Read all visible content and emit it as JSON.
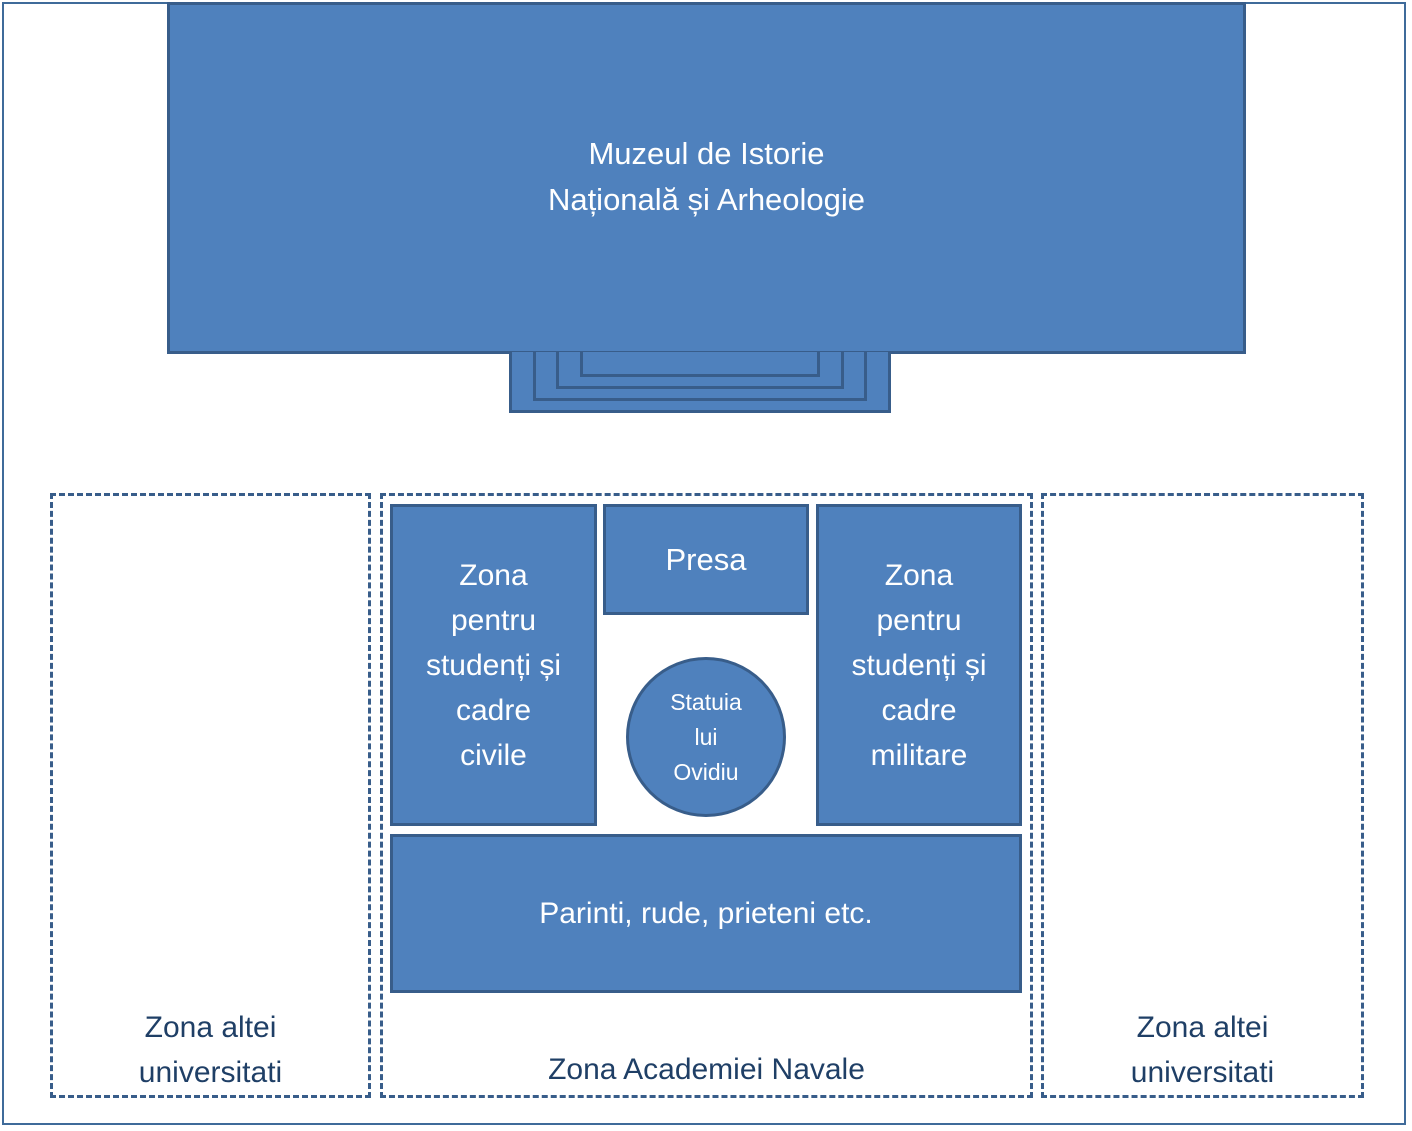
{
  "museum": {
    "label": "Muzeul de Istorie\nNațională și Arheologie"
  },
  "zones": {
    "left_label": "Zona altei\nuniversitati",
    "center_label": "Zona Academiei Navale",
    "right_label": "Zona altei\nuniversitati"
  },
  "areas": {
    "civil": "Zona\npentru\nstudenți și\ncadre\ncivile",
    "presa": "Presa",
    "militar": "Zona\npentru\nstudenți și\ncadre\nmilitare",
    "parinti": "Parinti, rude, prieteni etc.",
    "statue": "Statuia\nlui\nOvidiu"
  },
  "colors": {
    "fill": "#4f81bd",
    "stroke": "#385d8a",
    "zone_text": "#1f3f66"
  }
}
